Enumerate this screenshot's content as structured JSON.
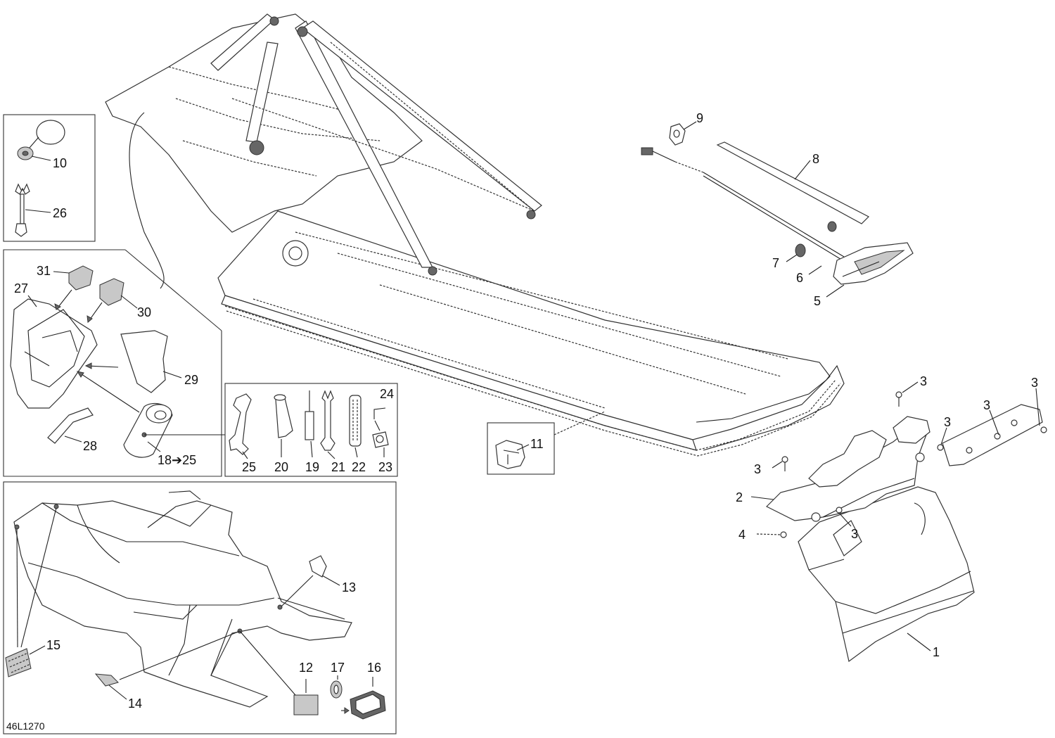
{
  "diagram_code": "46L1270",
  "callouts": {
    "n1": "1",
    "n2": "2",
    "n3": "3",
    "n4": "4",
    "n5": "5",
    "n6": "6",
    "n7": "7",
    "n8": "8",
    "n9": "9",
    "n10": "10",
    "n11": "11",
    "n12": "12",
    "n13": "13",
    "n14": "14",
    "n15": "15",
    "n16": "16",
    "n17": "17",
    "n18": "18",
    "arrow_to": "➔",
    "n19": "19",
    "n20": "20",
    "n21": "21",
    "n22": "22",
    "n23": "23",
    "n24": "24",
    "n25": "25",
    "n26": "26",
    "n27": "27",
    "n28": "28",
    "n29": "29",
    "n30": "30",
    "n31": "31"
  }
}
